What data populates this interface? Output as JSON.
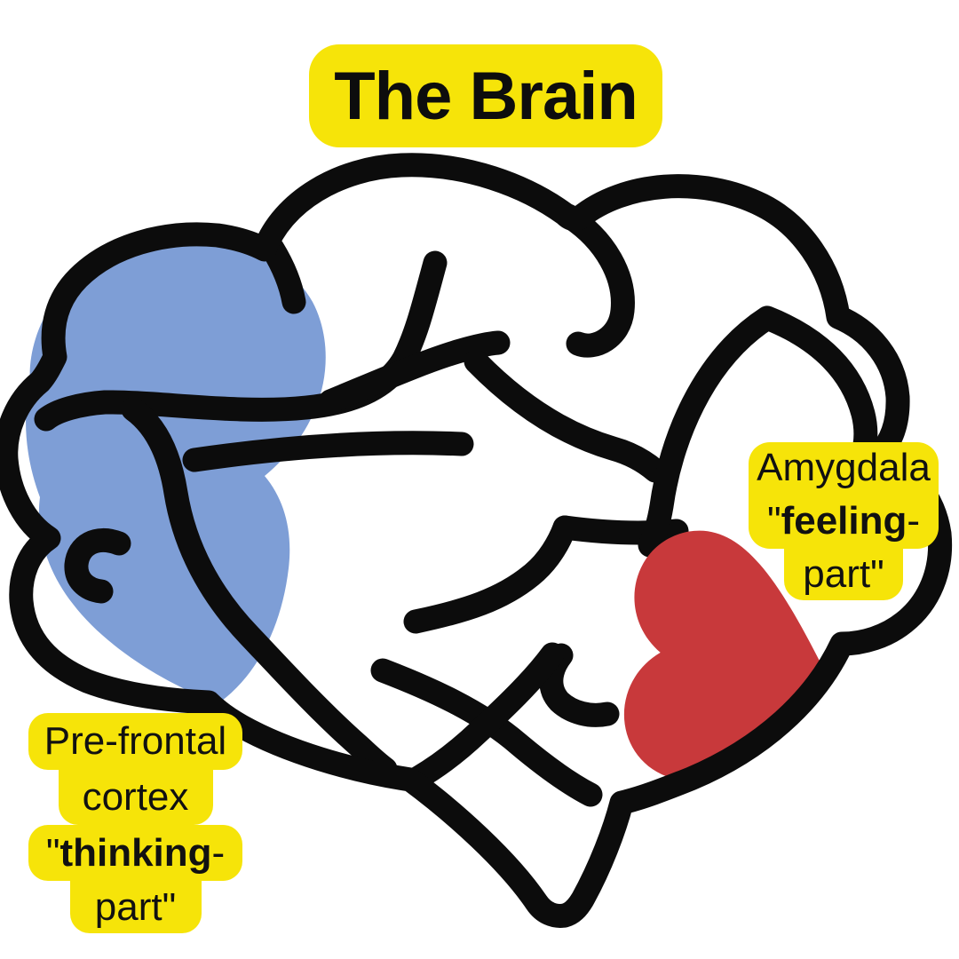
{
  "title": {
    "text": "The Brain"
  },
  "annotations": {
    "amygdala": {
      "name": "Amygdala",
      "quote_open": "\"",
      "keyword": "feeling",
      "keyword_suffix": "-",
      "last_line": "part\""
    },
    "prefrontal": {
      "name_line1": "Pre-frontal",
      "name_line2": "cortex",
      "quote_open": "\"",
      "keyword": "thinking",
      "keyword_suffix": "-",
      "last_line": "part\""
    }
  },
  "colors": {
    "highlight_yellow": "#F6E409",
    "prefrontal_blue": "#7E9ED6",
    "amygdala_red": "#C8393B",
    "outline_black": "#0C0C0C",
    "background": "#FFFFFF"
  }
}
